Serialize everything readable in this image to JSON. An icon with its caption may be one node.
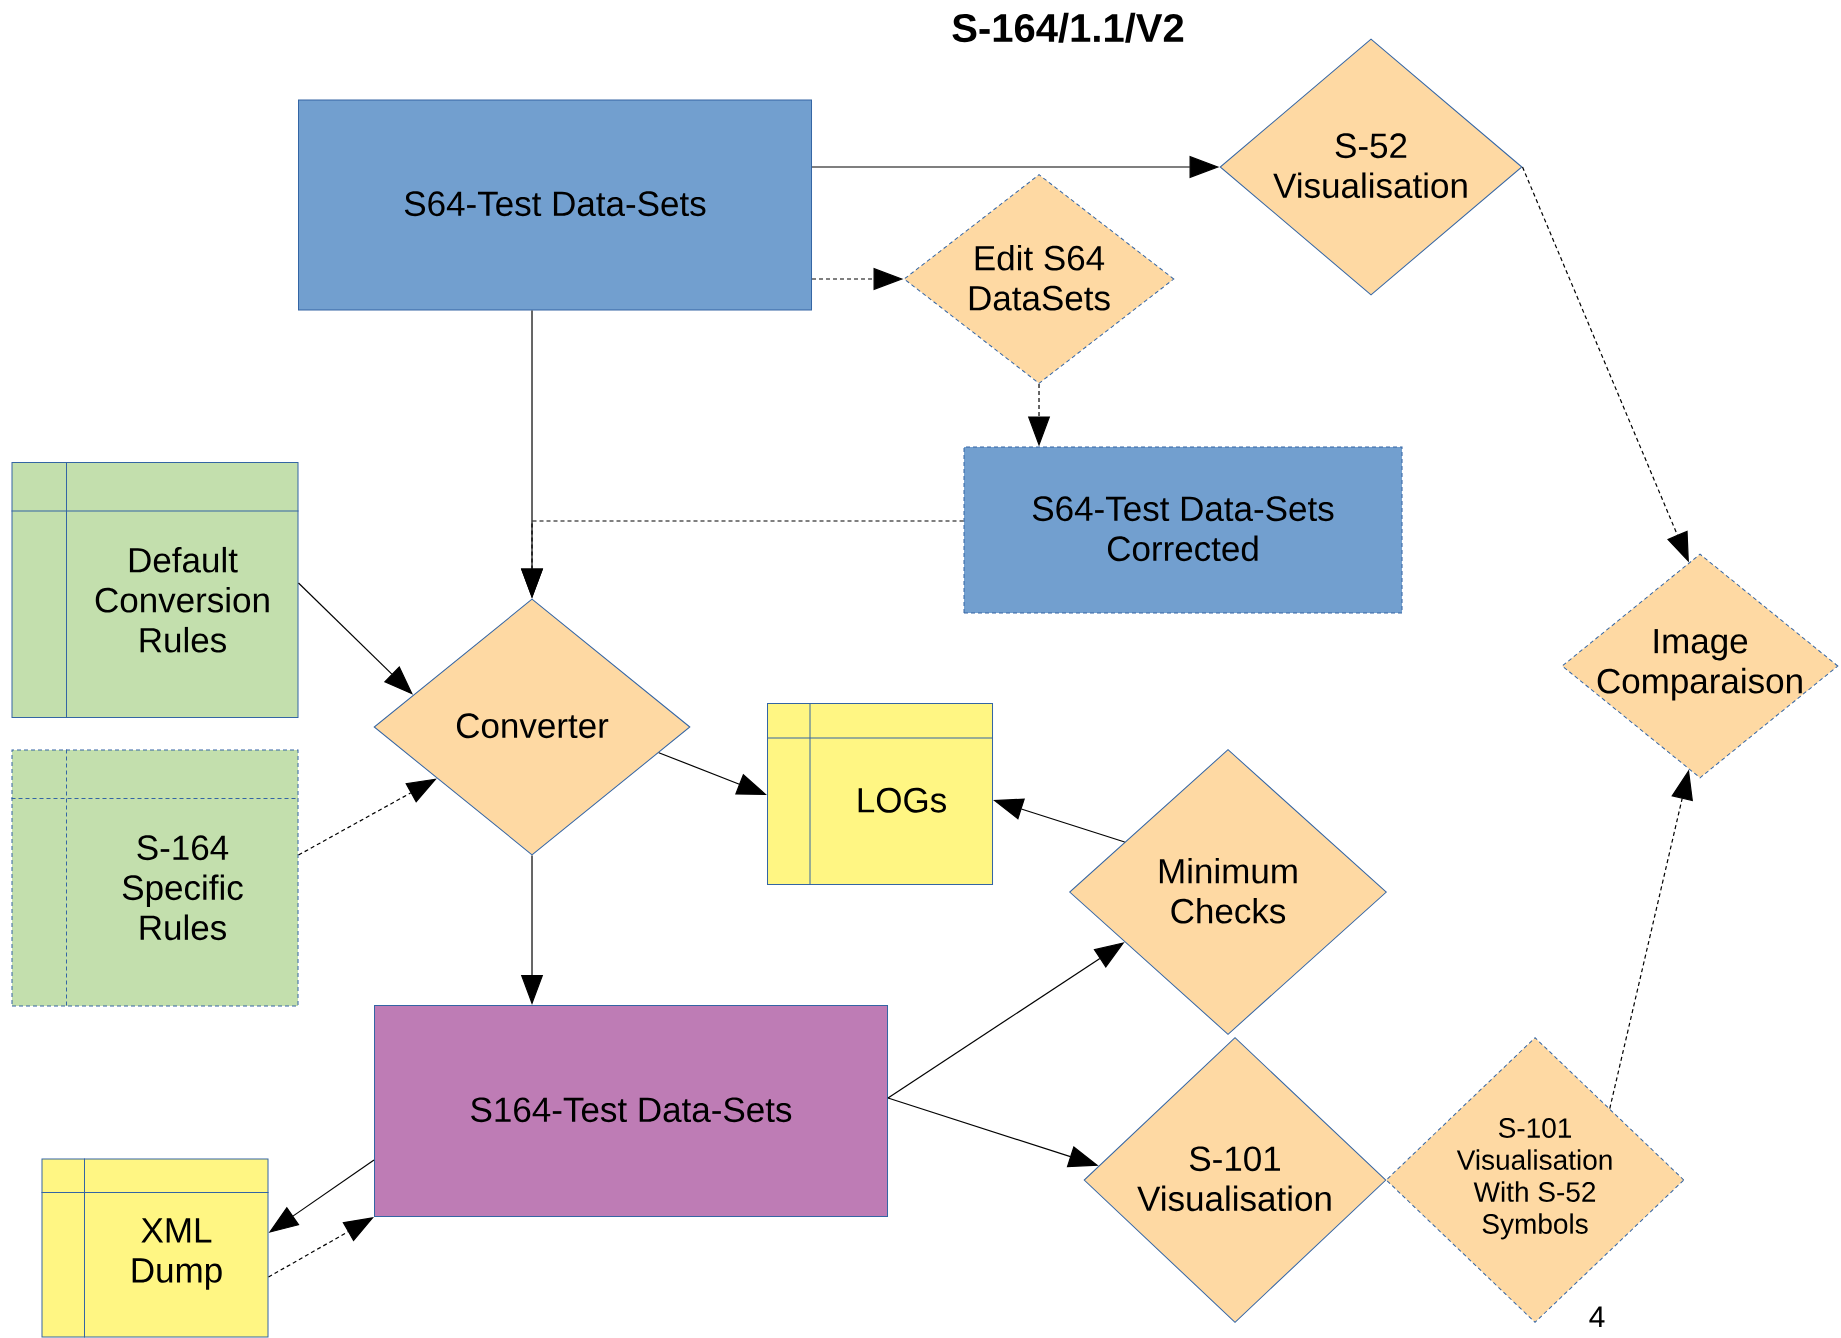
{
  "diagram": {
    "title": "S-164/1.1/V2",
    "nodes": [
      {
        "text": [
          "S64-Test Data-Sets"
        ]
      },
      {
        "text": [
          "S-52 Visualisation"
        ]
      },
      {
        "text": [
          "Edit S64 DataSets"
        ]
      },
      {
        "text": [
          "S64-Test Data-Sets Corrected"
        ]
      },
      {
        "text": [
          "Default Conversion Rules"
        ]
      },
      {
        "text": [
          "S-164 Specific Rules"
        ]
      },
      {
        "text": [
          "Converter"
        ]
      },
      {
        "text": [
          "LOGs"
        ]
      },
      {
        "text": [
          "Image Comparaison"
        ]
      },
      {
        "text": [
          "Minimum Checks"
        ]
      },
      {
        "text": [
          "S164-Test Data-Sets"
        ]
      },
      {
        "text": [
          "S-101 Visualisation"
        ]
      },
      {
        "text": [
          "S-101 Visualisation With S-52 Symbols"
        ]
      },
      {
        "text": [
          "XML Dump"
        ]
      }
    ],
    "edges": [
      {
        "from": 0,
        "to": 1,
        "arrow": "to"
      },
      {
        "from": 0,
        "to": 2,
        "arrow": "to",
        "style": "dashed"
      },
      {
        "from": 2,
        "to": 3,
        "arrow": "to",
        "style": "dashed"
      },
      {
        "from": 0,
        "to": 6,
        "arrow": "to"
      },
      {
        "from": 3,
        "to": 6,
        "arrow": "to",
        "style": "dashed"
      },
      {
        "from": 4,
        "to": 6,
        "arrow": "to"
      },
      {
        "from": 5,
        "to": 6,
        "arrow": "to",
        "style": "dashed"
      },
      {
        "from": 6,
        "to": 7,
        "arrow": "to"
      },
      {
        "from": 6,
        "to": 10,
        "arrow": "to"
      },
      {
        "from": 9,
        "to": 7,
        "arrow": "to"
      },
      {
        "from": 10,
        "to": 9,
        "arrow": "to"
      },
      {
        "from": 10,
        "to": 11,
        "arrow": "to"
      },
      {
        "from": 10,
        "to": 13,
        "arrow": "to"
      },
      {
        "from": 13,
        "to": 10,
        "arrow": "to",
        "style": "dashed"
      },
      {
        "from": 1,
        "to": 8,
        "arrow": "to",
        "style": "dashed"
      },
      {
        "from": 12,
        "to": 8,
        "arrow": "to",
        "style": "dashed"
      }
    ],
    "labels": [
      "4"
    ]
  }
}
